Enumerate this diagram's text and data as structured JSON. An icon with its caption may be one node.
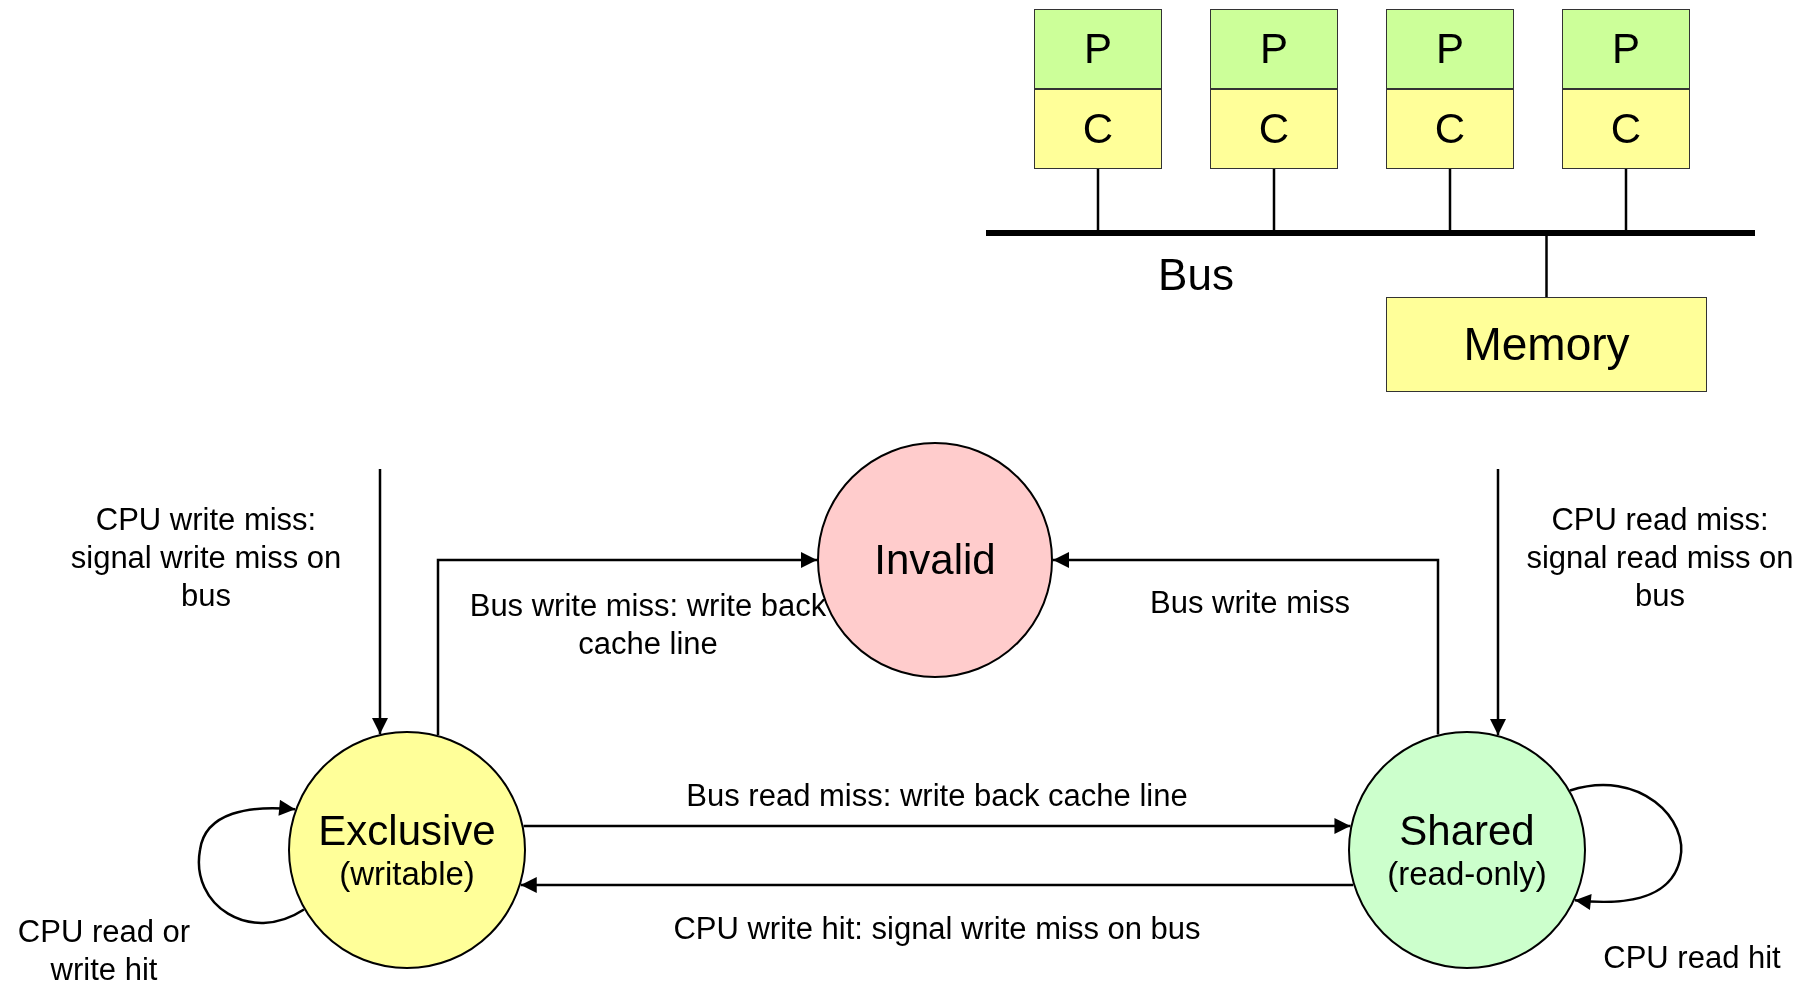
{
  "diagram": {
    "nodes": [
      {
        "text": [
          "P"
        ]
      },
      {
        "text": [
          "C"
        ]
      },
      {
        "text": [
          "P"
        ]
      },
      {
        "text": [
          "C"
        ]
      },
      {
        "text": [
          "P"
        ]
      },
      {
        "text": [
          "C"
        ]
      },
      {
        "text": [
          "P"
        ]
      },
      {
        "text": [
          "C"
        ]
      },
      {
        "text": [],
        "shape": "bar",
        "beside": [
          "Bus"
        ]
      },
      {
        "text": [
          "Memory"
        ]
      },
      {
        "text": [
          "Invalid"
        ]
      },
      {
        "text": [
          "Exclusive",
          "(writable)"
        ]
      },
      {
        "text": [
          "Shared",
          "(read-only)"
        ]
      }
    ],
    "edges": [
      {
        "from": 1,
        "to": 8,
        "arrow": "none"
      },
      {
        "from": 3,
        "to": 8,
        "arrow": "none"
      },
      {
        "from": 5,
        "to": 8,
        "arrow": "none"
      },
      {
        "from": 7,
        "to": 8,
        "arrow": "none"
      },
      {
        "from": 8,
        "to": 9,
        "arrow": "none"
      },
      {
        "from": null,
        "to": 11,
        "arrow": "to",
        "label": "CPU write miss: signal write miss on bus"
      },
      {
        "from": 11,
        "to": 10,
        "arrow": "to",
        "label": "Bus write miss: write back cache line"
      },
      {
        "from": 12,
        "to": 10,
        "arrow": "to",
        "label": "Bus write miss"
      },
      {
        "from": null,
        "to": 12,
        "arrow": "to",
        "label": "CPU read miss: signal read miss on bus"
      },
      {
        "from": 11,
        "to": 12,
        "arrow": "to",
        "label": "Bus read miss: write back cache line"
      },
      {
        "from": 12,
        "to": 11,
        "arrow": "to",
        "label": "CPU write hit: signal write miss on bus"
      },
      {
        "from": 11,
        "to": 11,
        "arrow": "to",
        "label": "CPU read or write hit"
      },
      {
        "from": 12,
        "to": 12,
        "arrow": "to",
        "label": "CPU read hit"
      }
    ]
  }
}
